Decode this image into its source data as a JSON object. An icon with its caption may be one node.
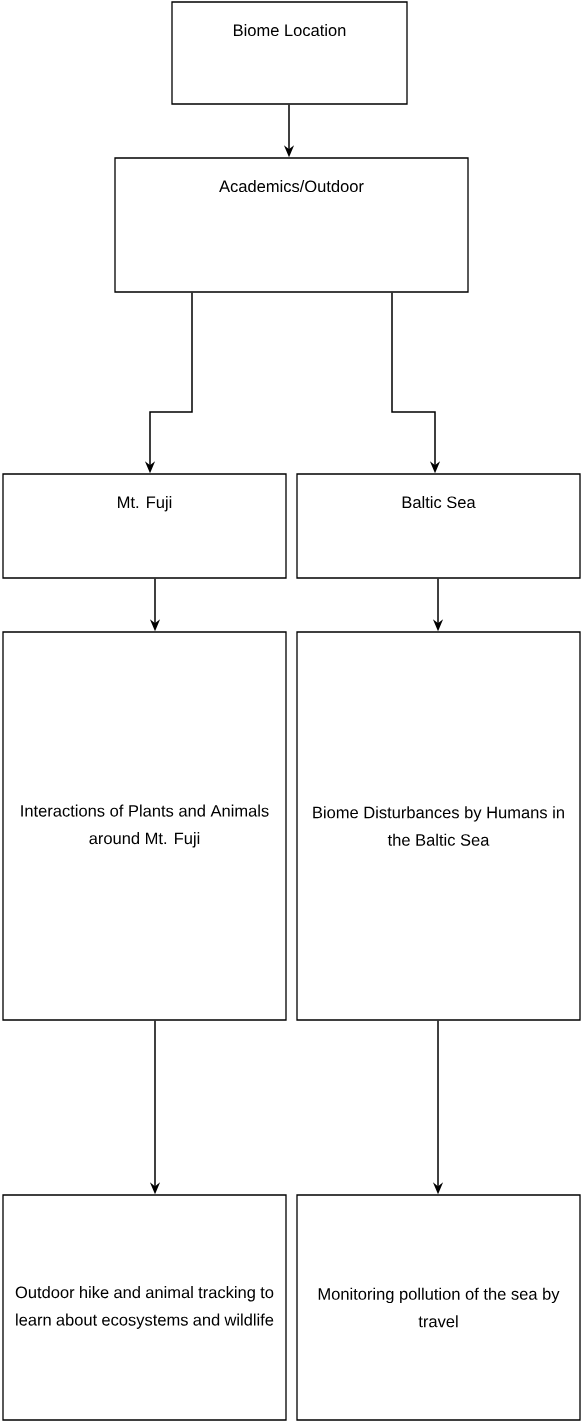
{
  "diagram": {
    "nodes": [
      {
        "text": [
          "Biome Location"
        ]
      },
      {
        "text": [
          "Academics/Outdoor"
        ]
      },
      {
        "text": [
          "Mt. Fuji"
        ]
      },
      {
        "text": [
          "Baltic Sea"
        ]
      },
      {
        "text": [
          "Interactions of Plants and Animals around Mt. Fuji"
        ]
      },
      {
        "text": [
          "Biome Disturbances by Humans in the Baltic Sea"
        ]
      },
      {
        "text": [
          "Outdoor hike and animal tracking to learn about ecosystems and wildlife"
        ]
      },
      {
        "text": [
          "Monitoring pollution of the sea by travel"
        ]
      }
    ],
    "edges": [
      {
        "from": 0,
        "to": 1,
        "arrow": "to"
      },
      {
        "from": 1,
        "to": 2,
        "arrow": "to"
      },
      {
        "from": 1,
        "to": 3,
        "arrow": "to"
      },
      {
        "from": 2,
        "to": 4,
        "arrow": "to"
      },
      {
        "from": 3,
        "to": 5,
        "arrow": "to"
      },
      {
        "from": 4,
        "to": 6,
        "arrow": "to"
      },
      {
        "from": 5,
        "to": 7,
        "arrow": "to"
      }
    ]
  }
}
